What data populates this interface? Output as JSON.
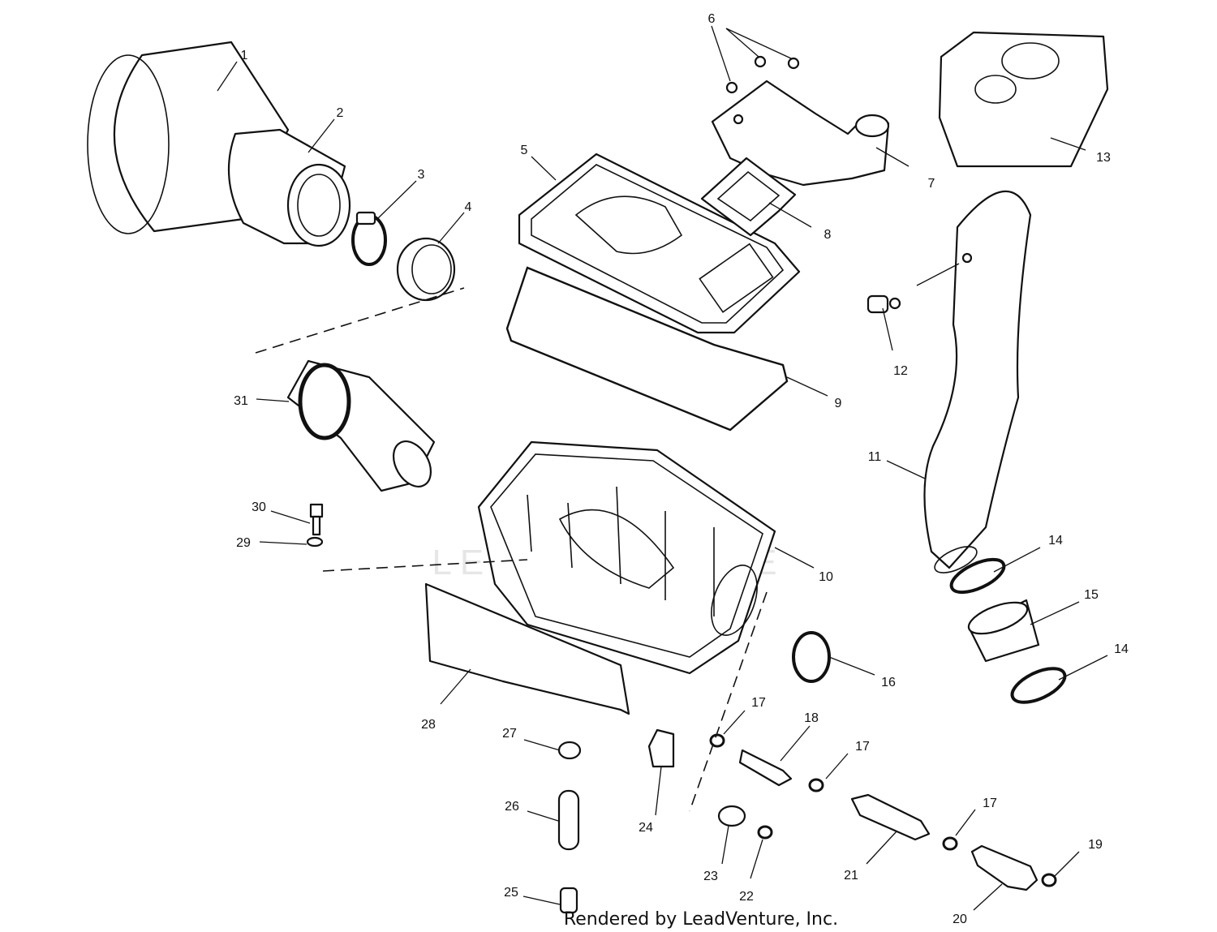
{
  "diagram": {
    "callouts": [
      "1",
      "2",
      "3",
      "4",
      "5",
      "6",
      "7",
      "8",
      "9",
      "10",
      "11",
      "12",
      "13",
      "14",
      "14",
      "15",
      "16",
      "17",
      "17",
      "17",
      "18",
      "19",
      "20",
      "21",
      "22",
      "23",
      "24",
      "25",
      "26",
      "27",
      "28",
      "29",
      "30",
      "31"
    ],
    "credit": "Rendered by LeadVenture, Inc.",
    "watermark": "LEADVENTURE"
  }
}
